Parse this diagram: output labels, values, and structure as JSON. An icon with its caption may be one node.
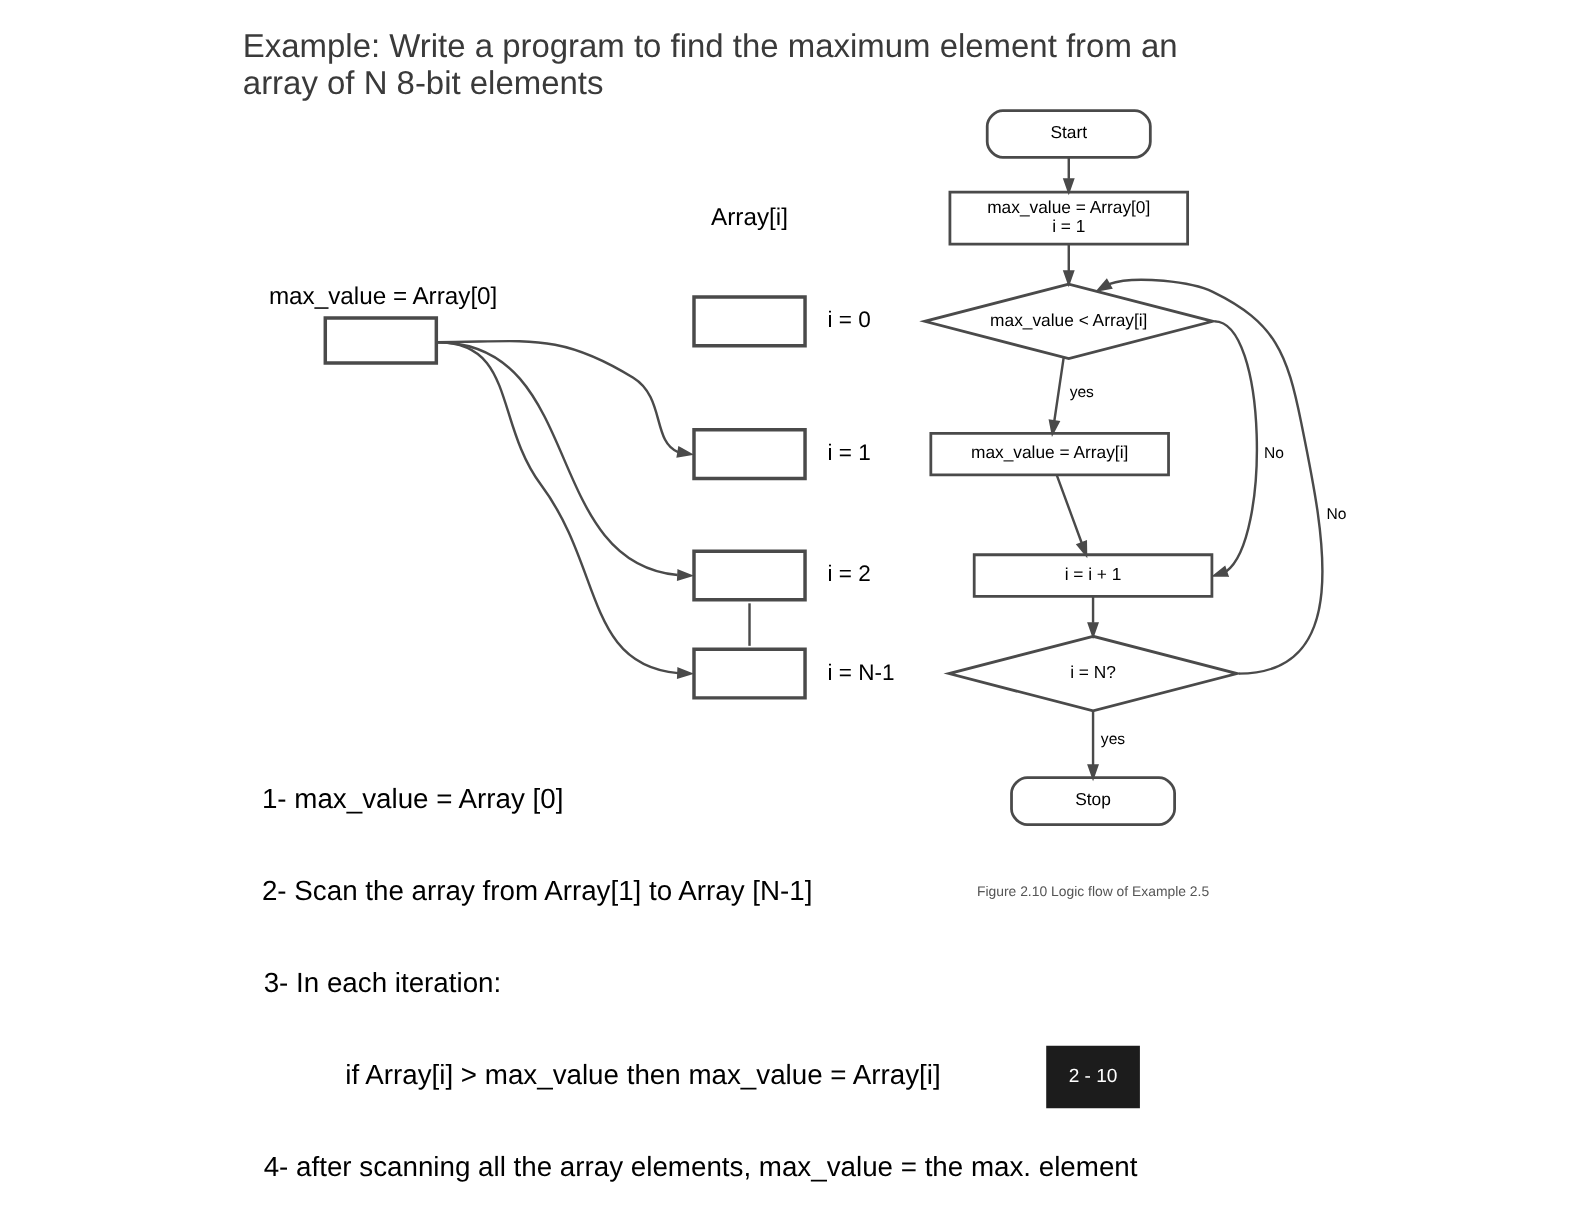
{
  "diagram": {
    "title": "Example: Write a program to find the maximum element from an array of N 8-bit elements",
    "nodes": [
      {
        "text": [
          "max_value = Array[0]"
        ]
      },
      {
        "text": [],
        "shape": "box",
        "beside": [
          "i = 0"
        ]
      },
      {
        "text": [],
        "shape": "box",
        "beside": [
          "i = 1"
        ]
      },
      {
        "text": [],
        "shape": "box",
        "beside": [
          "i = 2"
        ]
      },
      {
        "text": [],
        "shape": "box",
        "beside": [
          "i = N-1"
        ]
      },
      {
        "text": [
          "Start"
        ]
      },
      {
        "text": [
          "max_value = Array[0]",
          "i = 1"
        ]
      },
      {
        "text": [
          "max_value < Array[i]"
        ]
      },
      {
        "text": [
          "max_value = Array[i]"
        ]
      },
      {
        "text": [
          "i = i + 1"
        ]
      },
      {
        "text": [
          "i = N?"
        ]
      },
      {
        "text": [
          "Stop"
        ]
      }
    ],
    "edges": [
      {
        "from": 0,
        "to": 2,
        "arrow": "to"
      },
      {
        "from": 0,
        "to": 3,
        "arrow": "to"
      },
      {
        "from": 0,
        "to": 4,
        "arrow": "to"
      },
      {
        "from": 3,
        "to": 4,
        "arrow": "none"
      },
      {
        "from": 5,
        "to": 6,
        "arrow": "to"
      },
      {
        "from": 6,
        "to": 7,
        "arrow": "to"
      },
      {
        "from": 7,
        "to": 8,
        "arrow": "to",
        "label": "yes"
      },
      {
        "from": 7,
        "to": 9,
        "arrow": "to",
        "label": "No"
      },
      {
        "from": 8,
        "to": 9,
        "arrow": "to"
      },
      {
        "from": 9,
        "to": 10,
        "arrow": "to"
      },
      {
        "from": 10,
        "to": 7,
        "arrow": "to",
        "label": "No"
      },
      {
        "from": 10,
        "to": 11,
        "arrow": "to",
        "label": "yes"
      }
    ],
    "labels": [
      "Array[i]",
      "Figure 2.10 Logic flow of Example 2.5",
      "1- max_value = Array [0]",
      "2- Scan the array from Array[1] to Array [N-1]",
      "3- In each iteration:",
      "if Array[i] > max_value then max_value = Array[i]",
      "4- after scanning all the array elements, max_value = the max. element",
      "2 - 10"
    ]
  }
}
